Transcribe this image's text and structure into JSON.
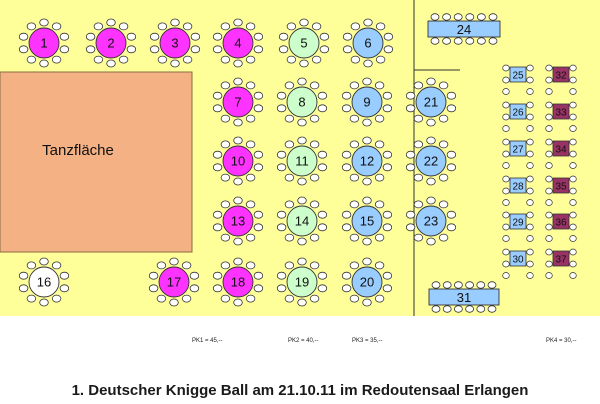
{
  "colors": {
    "floor": "#ffff99",
    "dance_floor": "#f4b183",
    "pk1": "#ff33ff",
    "pk2": "#ccffcc",
    "pk3": "#99ccff",
    "pk4": "#993366",
    "free": "#ffffff",
    "line": "#333333"
  },
  "dance_floor_label": "Tanzfläche",
  "price_labels": {
    "pk1": "PK1 = 45,--",
    "pk2": "PK2 = 40,--",
    "pk3": "PK3 = 35,--",
    "pk4": "PK4 = 30,--"
  },
  "round_tables": [
    {
      "number": "1",
      "category": "pk1"
    },
    {
      "number": "2",
      "category": "pk1"
    },
    {
      "number": "3",
      "category": "pk1"
    },
    {
      "number": "4",
      "category": "pk1"
    },
    {
      "number": "5",
      "category": "pk2"
    },
    {
      "number": "6",
      "category": "pk3"
    },
    {
      "number": "7",
      "category": "pk1"
    },
    {
      "number": "8",
      "category": "pk2"
    },
    {
      "number": "9",
      "category": "pk3"
    },
    {
      "number": "21",
      "category": "pk3"
    },
    {
      "number": "10",
      "category": "pk1"
    },
    {
      "number": "11",
      "category": "pk2"
    },
    {
      "number": "12",
      "category": "pk3"
    },
    {
      "number": "22",
      "category": "pk3"
    },
    {
      "number": "13",
      "category": "pk1"
    },
    {
      "number": "14",
      "category": "pk2"
    },
    {
      "number": "15",
      "category": "pk3"
    },
    {
      "number": "23",
      "category": "pk3"
    },
    {
      "number": "16",
      "category": "free"
    },
    {
      "number": "17",
      "category": "pk1"
    },
    {
      "number": "18",
      "category": "pk1"
    },
    {
      "number": "19",
      "category": "pk2"
    },
    {
      "number": "20",
      "category": "pk3"
    }
  ],
  "long_tables": [
    {
      "number": "24",
      "category": "pk3"
    },
    {
      "number": "31",
      "category": "pk3"
    }
  ],
  "column_tables": [
    {
      "number": "25",
      "category": "pk3"
    },
    {
      "number": "26",
      "category": "pk3"
    },
    {
      "number": "27",
      "category": "pk3"
    },
    {
      "number": "28",
      "category": "pk3"
    },
    {
      "number": "29",
      "category": "pk3"
    },
    {
      "number": "30",
      "category": "pk3"
    },
    {
      "number": "32",
      "category": "pk4"
    },
    {
      "number": "33",
      "category": "pk4"
    },
    {
      "number": "34",
      "category": "pk4"
    },
    {
      "number": "35",
      "category": "pk4"
    },
    {
      "number": "36",
      "category": "pk4"
    },
    {
      "number": "37",
      "category": "pk4"
    }
  ],
  "caption": "1. Deutscher Knigge Ball am 21.10.11 im Redoutensaal Erlangen"
}
